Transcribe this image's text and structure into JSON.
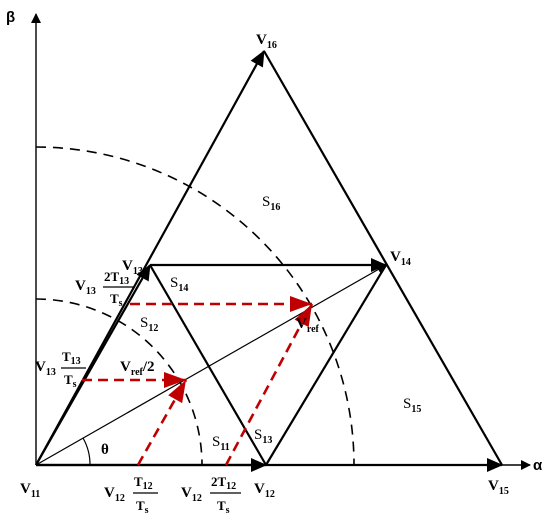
{
  "axes": {
    "x_label": "α",
    "y_label": "β"
  },
  "vectors": {
    "v11": {
      "base": "V",
      "sub": "11"
    },
    "v12": {
      "base": "V",
      "sub": "12"
    },
    "v13": {
      "base": "V",
      "sub": "13"
    },
    "v14": {
      "base": "V",
      "sub": "14"
    },
    "v15": {
      "base": "V",
      "sub": "15"
    },
    "v16": {
      "base": "V",
      "sub": "16"
    }
  },
  "regions": {
    "s11": {
      "base": "S",
      "sub": "11"
    },
    "s12": {
      "base": "S",
      "sub": "12"
    },
    "s13": {
      "base": "S",
      "sub": "13"
    },
    "s14": {
      "base": "S",
      "sub": "14"
    },
    "s15": {
      "base": "S",
      "sub": "15"
    },
    "s16": {
      "base": "S",
      "sub": "16"
    }
  },
  "reference": {
    "vref": {
      "base": "V",
      "sub": "ref"
    },
    "vref_half": {
      "base": "V",
      "sub": "ref",
      "suffix": "/2"
    },
    "angle": "θ"
  },
  "components": {
    "v13_full": {
      "base": "V",
      "sub": "13",
      "coef": "2",
      "num_base": "T",
      "num_sub": "13",
      "den_base": "T",
      "den_sub": "s"
    },
    "v13_half": {
      "base": "V",
      "sub": "13",
      "num_base": "T",
      "num_sub": "13",
      "den_base": "T",
      "den_sub": "s"
    },
    "v12_half": {
      "base": "V",
      "sub": "12",
      "num_base": "T",
      "num_sub": "12",
      "den_base": "T",
      "den_sub": "s"
    },
    "v12_full": {
      "base": "V",
      "sub": "12",
      "coef": "2",
      "num_base": "T",
      "num_sub": "12",
      "den_base": "T",
      "den_sub": "s"
    }
  },
  "colors": {
    "line": "#000000",
    "dashed_projection": "#c00000"
  }
}
